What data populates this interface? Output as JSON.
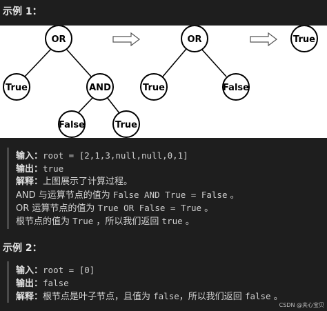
{
  "example1": {
    "heading": "示例 1：",
    "diagram": {
      "tree1": {
        "root": "OR",
        "left": "True",
        "right": "AND",
        "right_left": "False",
        "right_right": "True"
      },
      "tree2": {
        "root": "OR",
        "left": "True",
        "right": "False"
      },
      "tree3": {
        "root": "True"
      }
    },
    "input_label": "输入：",
    "input_value": "root = [2,1,3,null,null,0,1]",
    "output_label": "输出：",
    "output_value": "true",
    "explain_label": "解释：",
    "explain_text": "上图展示了计算过程。",
    "line4_prefix": "AND 与运算节点的值为 ",
    "line4_code": "False AND True = False",
    "line4_suffix": " 。",
    "line5_prefix": "OR 运算节点的值为 ",
    "line5_code": "True OR False = True",
    "line5_suffix": " 。",
    "line6_prefix": "根节点的值为 ",
    "line6_code1": "True",
    "line6_mid": " ，所以我们返回 ",
    "line6_code2": "true",
    "line6_suffix": " 。"
  },
  "example2": {
    "heading": "示例 2：",
    "input_label": "输入：",
    "input_value": "root = [0]",
    "output_label": "输出：",
    "output_value": "false",
    "explain_label": "解释：",
    "explain_prefix": "根节点是叶子节点，且值为 ",
    "explain_code1": "false",
    "explain_mid": "，所以我们返回 ",
    "explain_code2": "false",
    "explain_suffix": " 。"
  },
  "watermark": "CSDN @夹心宝贝"
}
